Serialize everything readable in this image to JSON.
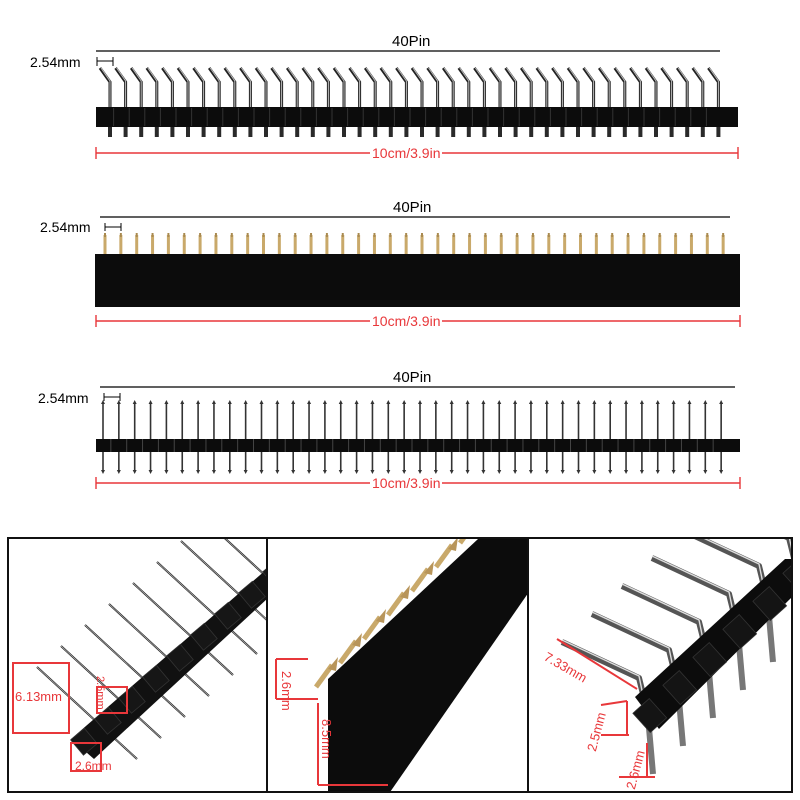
{
  "rows": [
    {
      "title": "40Pin",
      "pitch": "2.54mm",
      "length": "10cm/3.9in",
      "pins": 40,
      "style": "right-angle"
    },
    {
      "title": "40Pin",
      "pitch": "2.54mm",
      "length": "10cm/3.9in",
      "pins": 40,
      "style": "female"
    },
    {
      "title": "40Pin",
      "pitch": "2.54mm",
      "length": "10cm/3.9in",
      "pins": 40,
      "style": "straight"
    }
  ],
  "details": {
    "panel1": {
      "a": "6.13mm",
      "b": "2.5mm",
      "c": "2.6mm"
    },
    "panel2": {
      "a": "2.6mm",
      "b": "8.5mm"
    },
    "panel3": {
      "a": "7.33mm",
      "b": "2.5mm",
      "c": "2.6mm"
    }
  },
  "colors": {
    "dimension": "#e8373a",
    "plastic": "#0c0c0c",
    "metal": "#9a9a9a",
    "gold": "#c9a96a"
  }
}
